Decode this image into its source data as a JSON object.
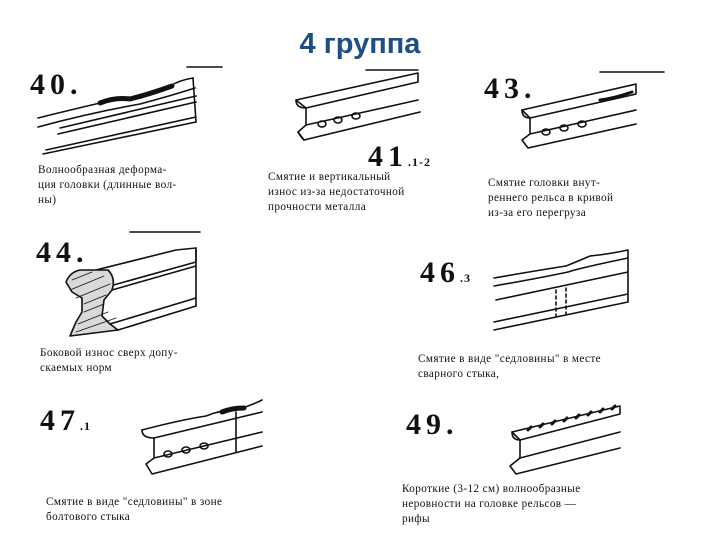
{
  "title": "4 группа",
  "items": [
    {
      "num": "40",
      "sub": "",
      "caption_lines": [
        "Волнообразная деформа-",
        "ция головки (длинные вол-",
        "ны)"
      ]
    },
    {
      "num": "41",
      "sub": "1-2",
      "caption_lines": [
        "Смятие и вертикальный",
        "износ из-за недостаточной",
        "прочности металла"
      ]
    },
    {
      "num": "43",
      "sub": "",
      "caption_lines": [
        "Смятие головки внут-",
        "реннего рельса в кривой",
        "из-за его перегруза"
      ]
    },
    {
      "num": "44",
      "sub": "",
      "caption_lines": [
        "Боковой износ сверх допу-",
        "скаемых норм"
      ]
    },
    {
      "num": "46",
      "sub": "3",
      "caption_lines": [
        "Смятие в виде \"седловины\" в месте",
        "сварного стыка,"
      ]
    },
    {
      "num": "47",
      "sub": "1",
      "caption_lines": [
        "Смятие в виде \"седловины\" в зоне",
        "болтового стыка"
      ]
    },
    {
      "num": "49",
      "sub": "",
      "caption_lines": [
        "Короткие (3-12 см) волнообразные",
        "неровности на головке рельсов —",
        "рифы"
      ]
    }
  ]
}
